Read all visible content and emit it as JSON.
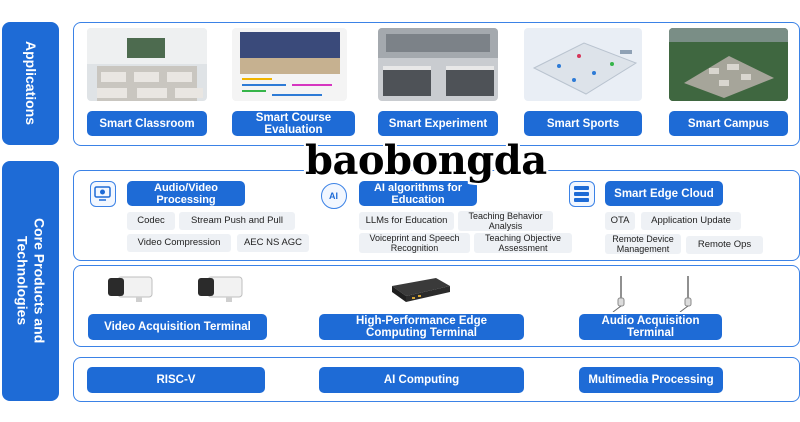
{
  "colors": {
    "primary": "#1e6bd6",
    "border": "#3b82e6",
    "tag_bg": "#eef1f5"
  },
  "side_labels": {
    "applications": "Applications",
    "core": "Core Products and\nTechnologies"
  },
  "applications": [
    {
      "label": "Smart Classroom",
      "image": "classroom-image"
    },
    {
      "label": "Smart Course\nEvaluation",
      "image": "course-evaluation-image"
    },
    {
      "label": "Smart Experiment",
      "image": "laboratory-image"
    },
    {
      "label": "Smart Sports",
      "image": "sports-venue-image"
    },
    {
      "label": "Smart Campus",
      "image": "campus-aerial-image"
    }
  ],
  "core": {
    "audio_video": {
      "title": "Audio/Video\nProcessing",
      "icon": "video-processing-icon",
      "tags": [
        "Codec",
        "Stream Push and Pull",
        "Video Compression",
        "AEC NS AGC"
      ]
    },
    "ai": {
      "title": "AI algorithms for\nEducation",
      "icon": "ai-chip-icon",
      "icon_text": "AI",
      "tags": [
        "LLMs for Education",
        "Teaching Behavior\nAnalysis",
        "Voiceprint and Speech\nRecognition",
        "Teaching Objective\nAssessment"
      ]
    },
    "edge_cloud": {
      "title": "Smart Edge Cloud",
      "icon": "server-icon",
      "tags": [
        "OTA",
        "Application Update",
        "Remote Device\nManagement",
        "Remote Ops"
      ]
    }
  },
  "hardware": {
    "video_terminal": "Video Acquisition Terminal",
    "edge_terminal": "High-Performance Edge\nComputing Terminal",
    "audio_terminal": "Audio Acquisition\nTerminal"
  },
  "foundation": [
    "RISC-V",
    "AI Computing",
    "Multimedia Processing"
  ],
  "watermark": "baobongda"
}
